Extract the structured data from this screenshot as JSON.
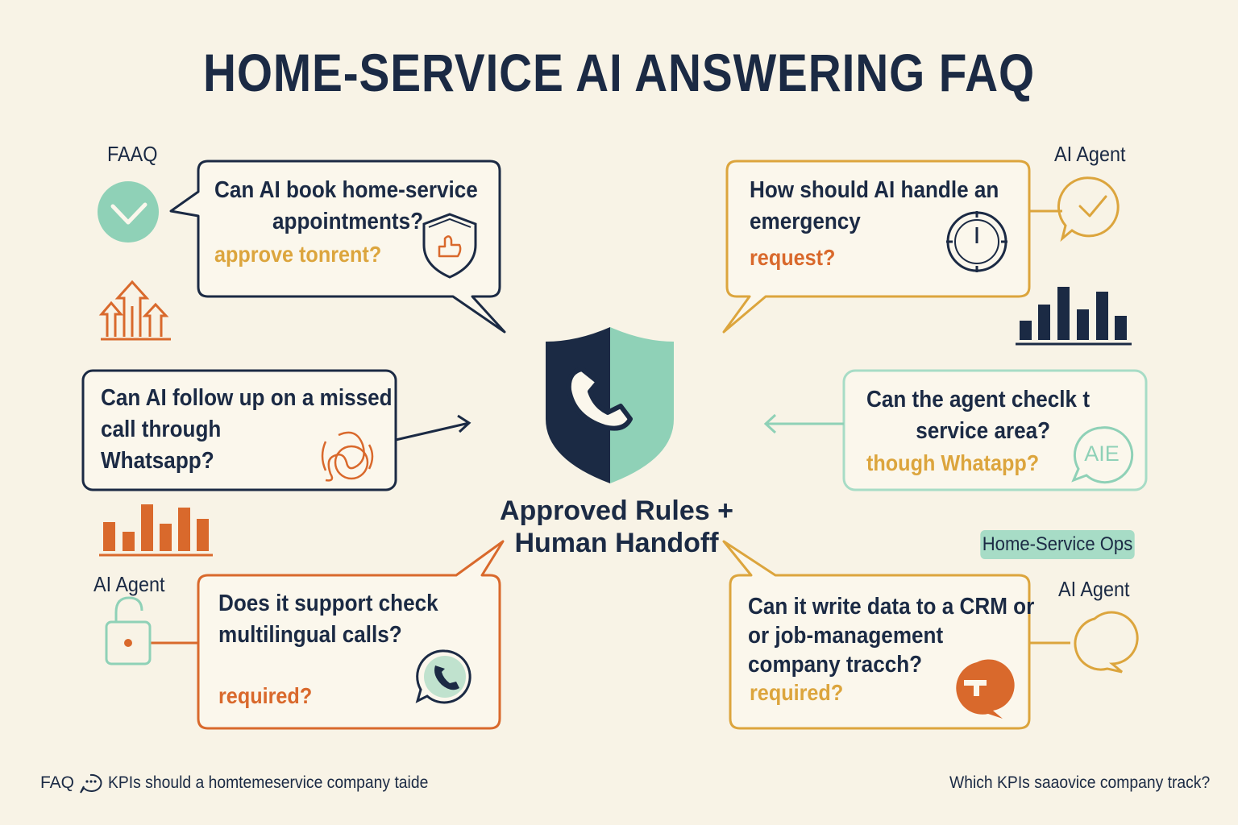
{
  "title": "HOME-SERVICE AI ANSWERING FAQ",
  "colors": {
    "navy": "#1b2a44",
    "mint": "#8fd1b7",
    "orange": "#d9692c",
    "gold": "#dca53d",
    "cream": "#f8f3e6"
  },
  "center": {
    "label_line1": "Approved Rules +",
    "label_line2": "Human Handoff",
    "icon": "shield-phone-icon"
  },
  "labels": {
    "faq_top": "FAAQ",
    "agent_top_right": "AI Agent",
    "agent_bottom_left": "AI Agent",
    "agent_bottom_right": "AI Agent",
    "ops_pill": "Home-Service Ops"
  },
  "cards": {
    "book": {
      "line1": "Can AI book home-service",
      "line2": "appointments?",
      "sub": "approve tonrent?",
      "icon": "shield-thumb-icon"
    },
    "emergency": {
      "line1": "How should AI handle an",
      "line2": "emergency",
      "sub": "request?",
      "icon": "timer-icon"
    },
    "missed": {
      "line1": "Can AI follow up on a missed",
      "line2": "call through",
      "line3": "Whatsapp?",
      "icon": "handset-icon"
    },
    "area": {
      "line1": "Can the agent checlk t",
      "line2": "service area?",
      "sub": "though Whatapp?",
      "badge": "AIE"
    },
    "multi": {
      "line1": "Does it support check",
      "line2": "multilingual calls?",
      "sub": "required?",
      "icon": "whatsapp-icon"
    },
    "crm": {
      "line1": "Can it write data to a CRM or",
      "line2": "or job-management",
      "line3": "company tracch?",
      "sub": "required?",
      "icon": "orange-chat-icon"
    }
  },
  "footer": {
    "faq": "FAQ",
    "left_text": "KPIs should a homtemeservice company taide",
    "right_text": "Which KPIs saaovice company track?"
  }
}
